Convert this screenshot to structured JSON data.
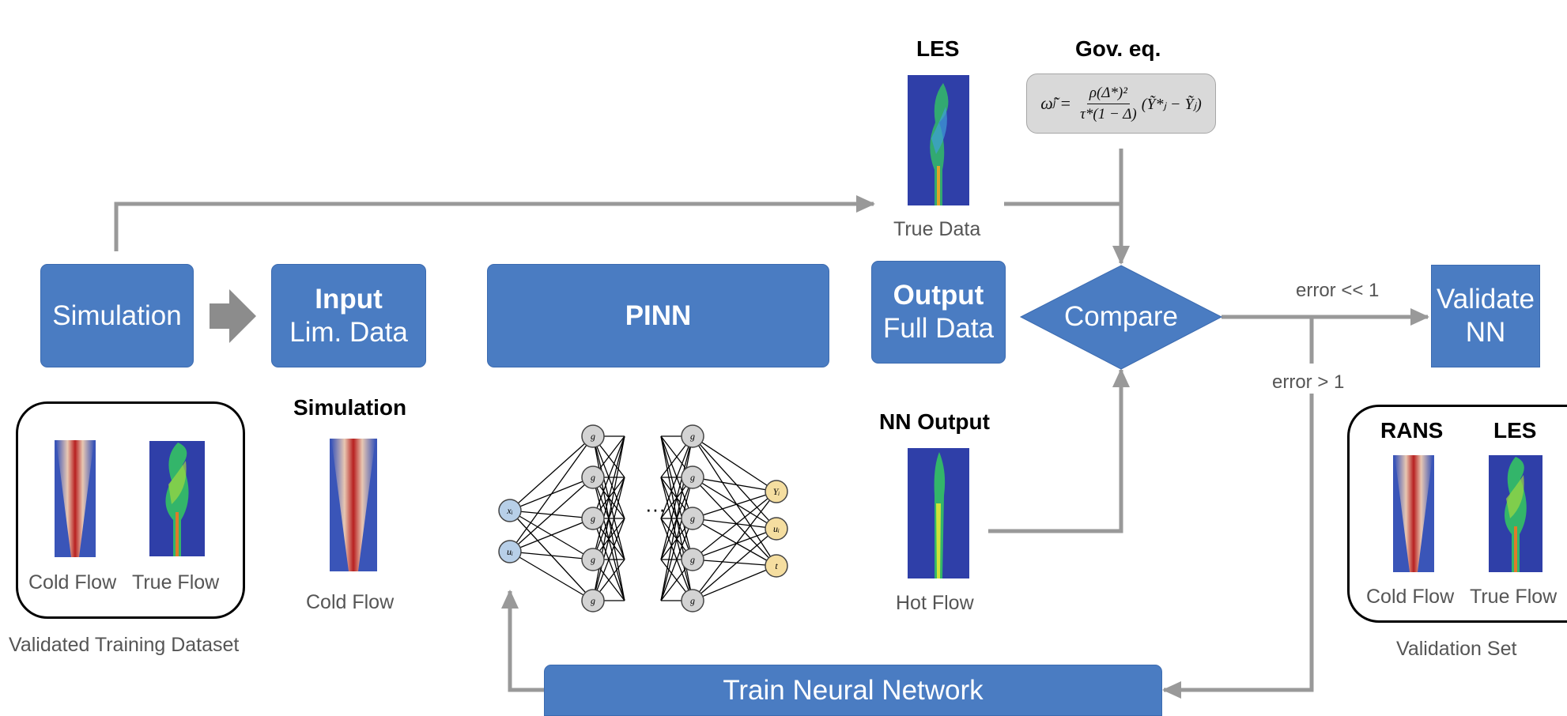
{
  "colors": {
    "box_fill": "#4a7cc2",
    "arrow": "#999999",
    "big_arrow": "#8c8c8c",
    "eq_box": "#d9d9d9",
    "node_g": "#d3d3d3",
    "node_input": "#b7cfe8",
    "node_output": "#f5dea0"
  },
  "boxes": {
    "simulation": "Simulation",
    "input_title": "Input",
    "input_sub": "Lim. Data",
    "pinn": "PINN",
    "output_title": "Output",
    "output_sub": "Full Data",
    "compare": "Compare",
    "validate_line1": "Validate",
    "validate_line2": "NN",
    "train": "Train Neural Network"
  },
  "headers": {
    "les": "LES",
    "gov_eq": "Gov. eq.",
    "simulation": "Simulation",
    "nn_output": "NN Output",
    "rans": "RANS",
    "les_validation": "LES"
  },
  "labels": {
    "true_data": "True Data",
    "hot_flow": "Hot Flow",
    "cold_flow_sim": "Cold Flow",
    "cold_flow_train": "Cold Flow",
    "true_flow_train": "True Flow",
    "training_set": "Validated Training Dataset",
    "cold_flow_val": "Cold Flow",
    "true_flow_val": "True Flow",
    "validation_set": "Validation Set",
    "error_small": "error << 1",
    "error_large": "error > 1"
  },
  "equation": {
    "lhs": "ω̃",
    "lhs_sub": "j",
    "numerator": "ρ(Δ*)²",
    "denominator": "τ*(1 − Δ)",
    "paren": "(Ỹ*ⱼ − Ỹⱼ)"
  },
  "network": {
    "input_nodes": [
      "xᵢ",
      "uᵢ"
    ],
    "hidden_label": "g",
    "ellipsis": "···",
    "output_nodes": [
      "Yᵢ",
      "uᵢ",
      "t"
    ]
  }
}
